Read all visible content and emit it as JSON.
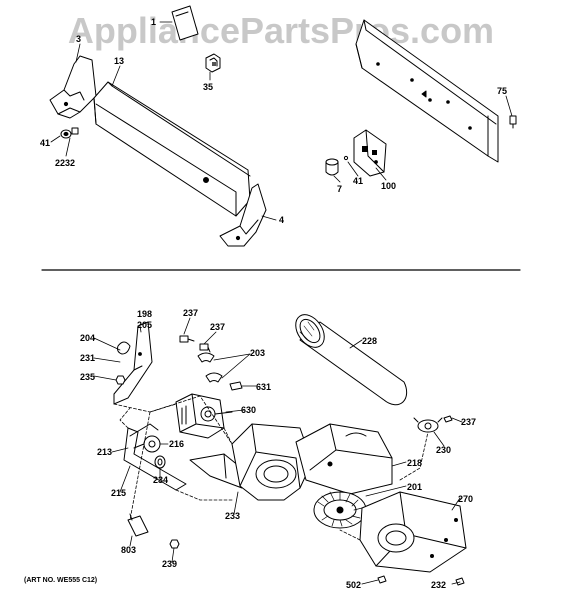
{
  "watermark": "AppliancePartsPros.com",
  "art_number": "(ART NO. WE555 C12)",
  "labels": {
    "p1": "1",
    "p13": "13",
    "p3": "3",
    "p35": "35",
    "p41a": "41",
    "p2232": "2232",
    "p4": "4",
    "p75": "75",
    "p7": "7",
    "p41b": "41",
    "p100": "100",
    "p198": "198",
    "p205": "205",
    "p204": "204",
    "p231": "231",
    "p235": "235",
    "p237a": "237",
    "p237b": "237",
    "p203": "203",
    "p631": "631",
    "p630": "630",
    "p228": "228",
    "p237c": "237",
    "p230": "230",
    "p213": "213",
    "p216": "216",
    "p234": "234",
    "p215": "215",
    "p233": "233",
    "p218": "218",
    "p201": "201",
    "p270": "270",
    "p803": "803",
    "p239": "239",
    "p502": "502",
    "p232": "232"
  }
}
